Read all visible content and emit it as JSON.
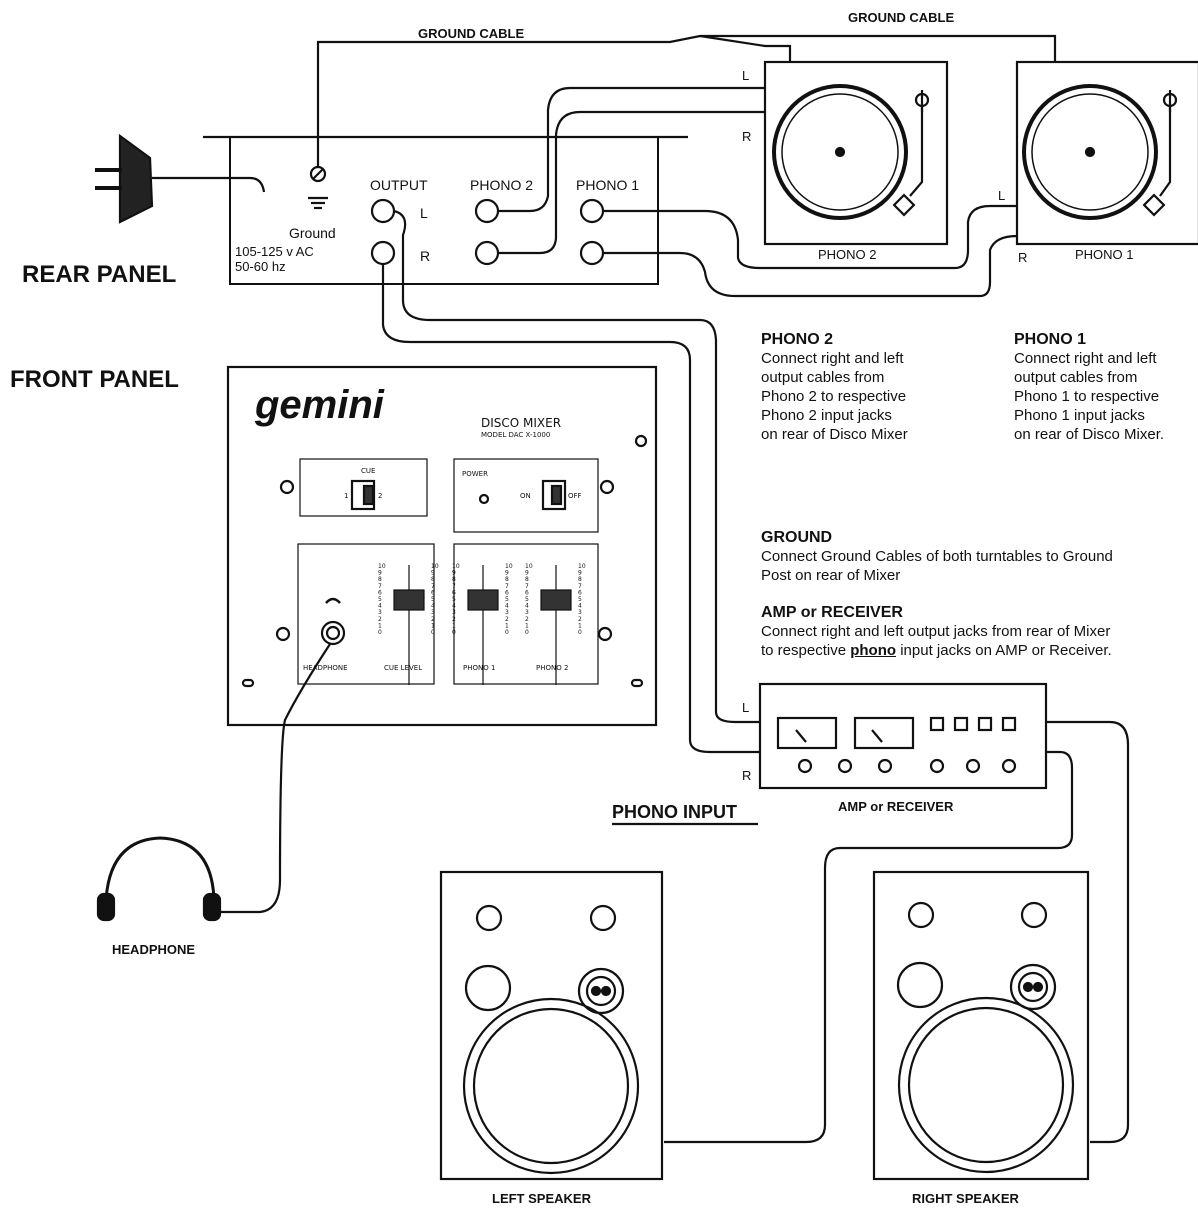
{
  "labels": {
    "ground_cable_1": "GROUND CABLE",
    "ground_cable_2": "GROUND CABLE",
    "rear_panel": "REAR PANEL",
    "front_panel": "FRONT PANEL",
    "output": "OUTPUT",
    "phono2_jack": "PHONO 2",
    "phono1_jack": "PHONO 1",
    "jack_l": "L",
    "jack_r": "R",
    "ground": "Ground",
    "voltage": "105-125 v AC",
    "frequency": "50-60 hz",
    "turntable2_name": "PHONO 2",
    "turntable1_name": "PHONO 1",
    "tt2_l": "L",
    "tt2_r": "R",
    "tt1_l": "L",
    "tt1_r": "R",
    "brand": "gemini",
    "mixer_title": "DISCO MIXER",
    "mixer_model": "MODEL DAC X-1000",
    "cue": "CUE",
    "cue_1": "1",
    "cue_2": "2",
    "power": "POWER",
    "on": "ON",
    "off": "OFF",
    "headphone_jack": "HEADPHONE",
    "cue_level": "CUE LEVEL",
    "fader_phono1": "PHONO 1",
    "fader_phono2": "PHONO 2",
    "amp_l": "L",
    "amp_r": "R",
    "phono_input": "PHONO INPUT",
    "amp_name": "AMP or RECEIVER",
    "headphone": "HEADPHONE",
    "left_speaker": "LEFT SPEAKER",
    "right_speaker": "RIGHT SPEAKER",
    "fader_scale": [
      "10",
      "9",
      "8",
      "7",
      "6",
      "5",
      "4",
      "3",
      "2",
      "1",
      "0"
    ]
  },
  "instructions": {
    "phono2": {
      "title": "PHONO 2",
      "lines": [
        "Connect right and left",
        "output cables from",
        "Phono 2 to respective",
        "Phono 2 input jacks",
        "on rear of Disco Mixer"
      ]
    },
    "phono1": {
      "title": "PHONO 1",
      "lines": [
        "Connect right and left",
        "output cables from",
        "Phono 1 to respective",
        "Phono 1 input jacks",
        "on rear of Disco Mixer."
      ]
    },
    "ground": {
      "title": "GROUND",
      "lines": [
        "Connect Ground Cables of both turntables to Ground",
        "Post on rear of Mixer"
      ]
    },
    "amp": {
      "title": "AMP or RECEIVER",
      "line1": "Connect right and left output jacks from rear of Mixer",
      "line2_pre": "to respective ",
      "line2_em": "phono",
      "line2_post": " input jacks on AMP or Receiver."
    }
  }
}
